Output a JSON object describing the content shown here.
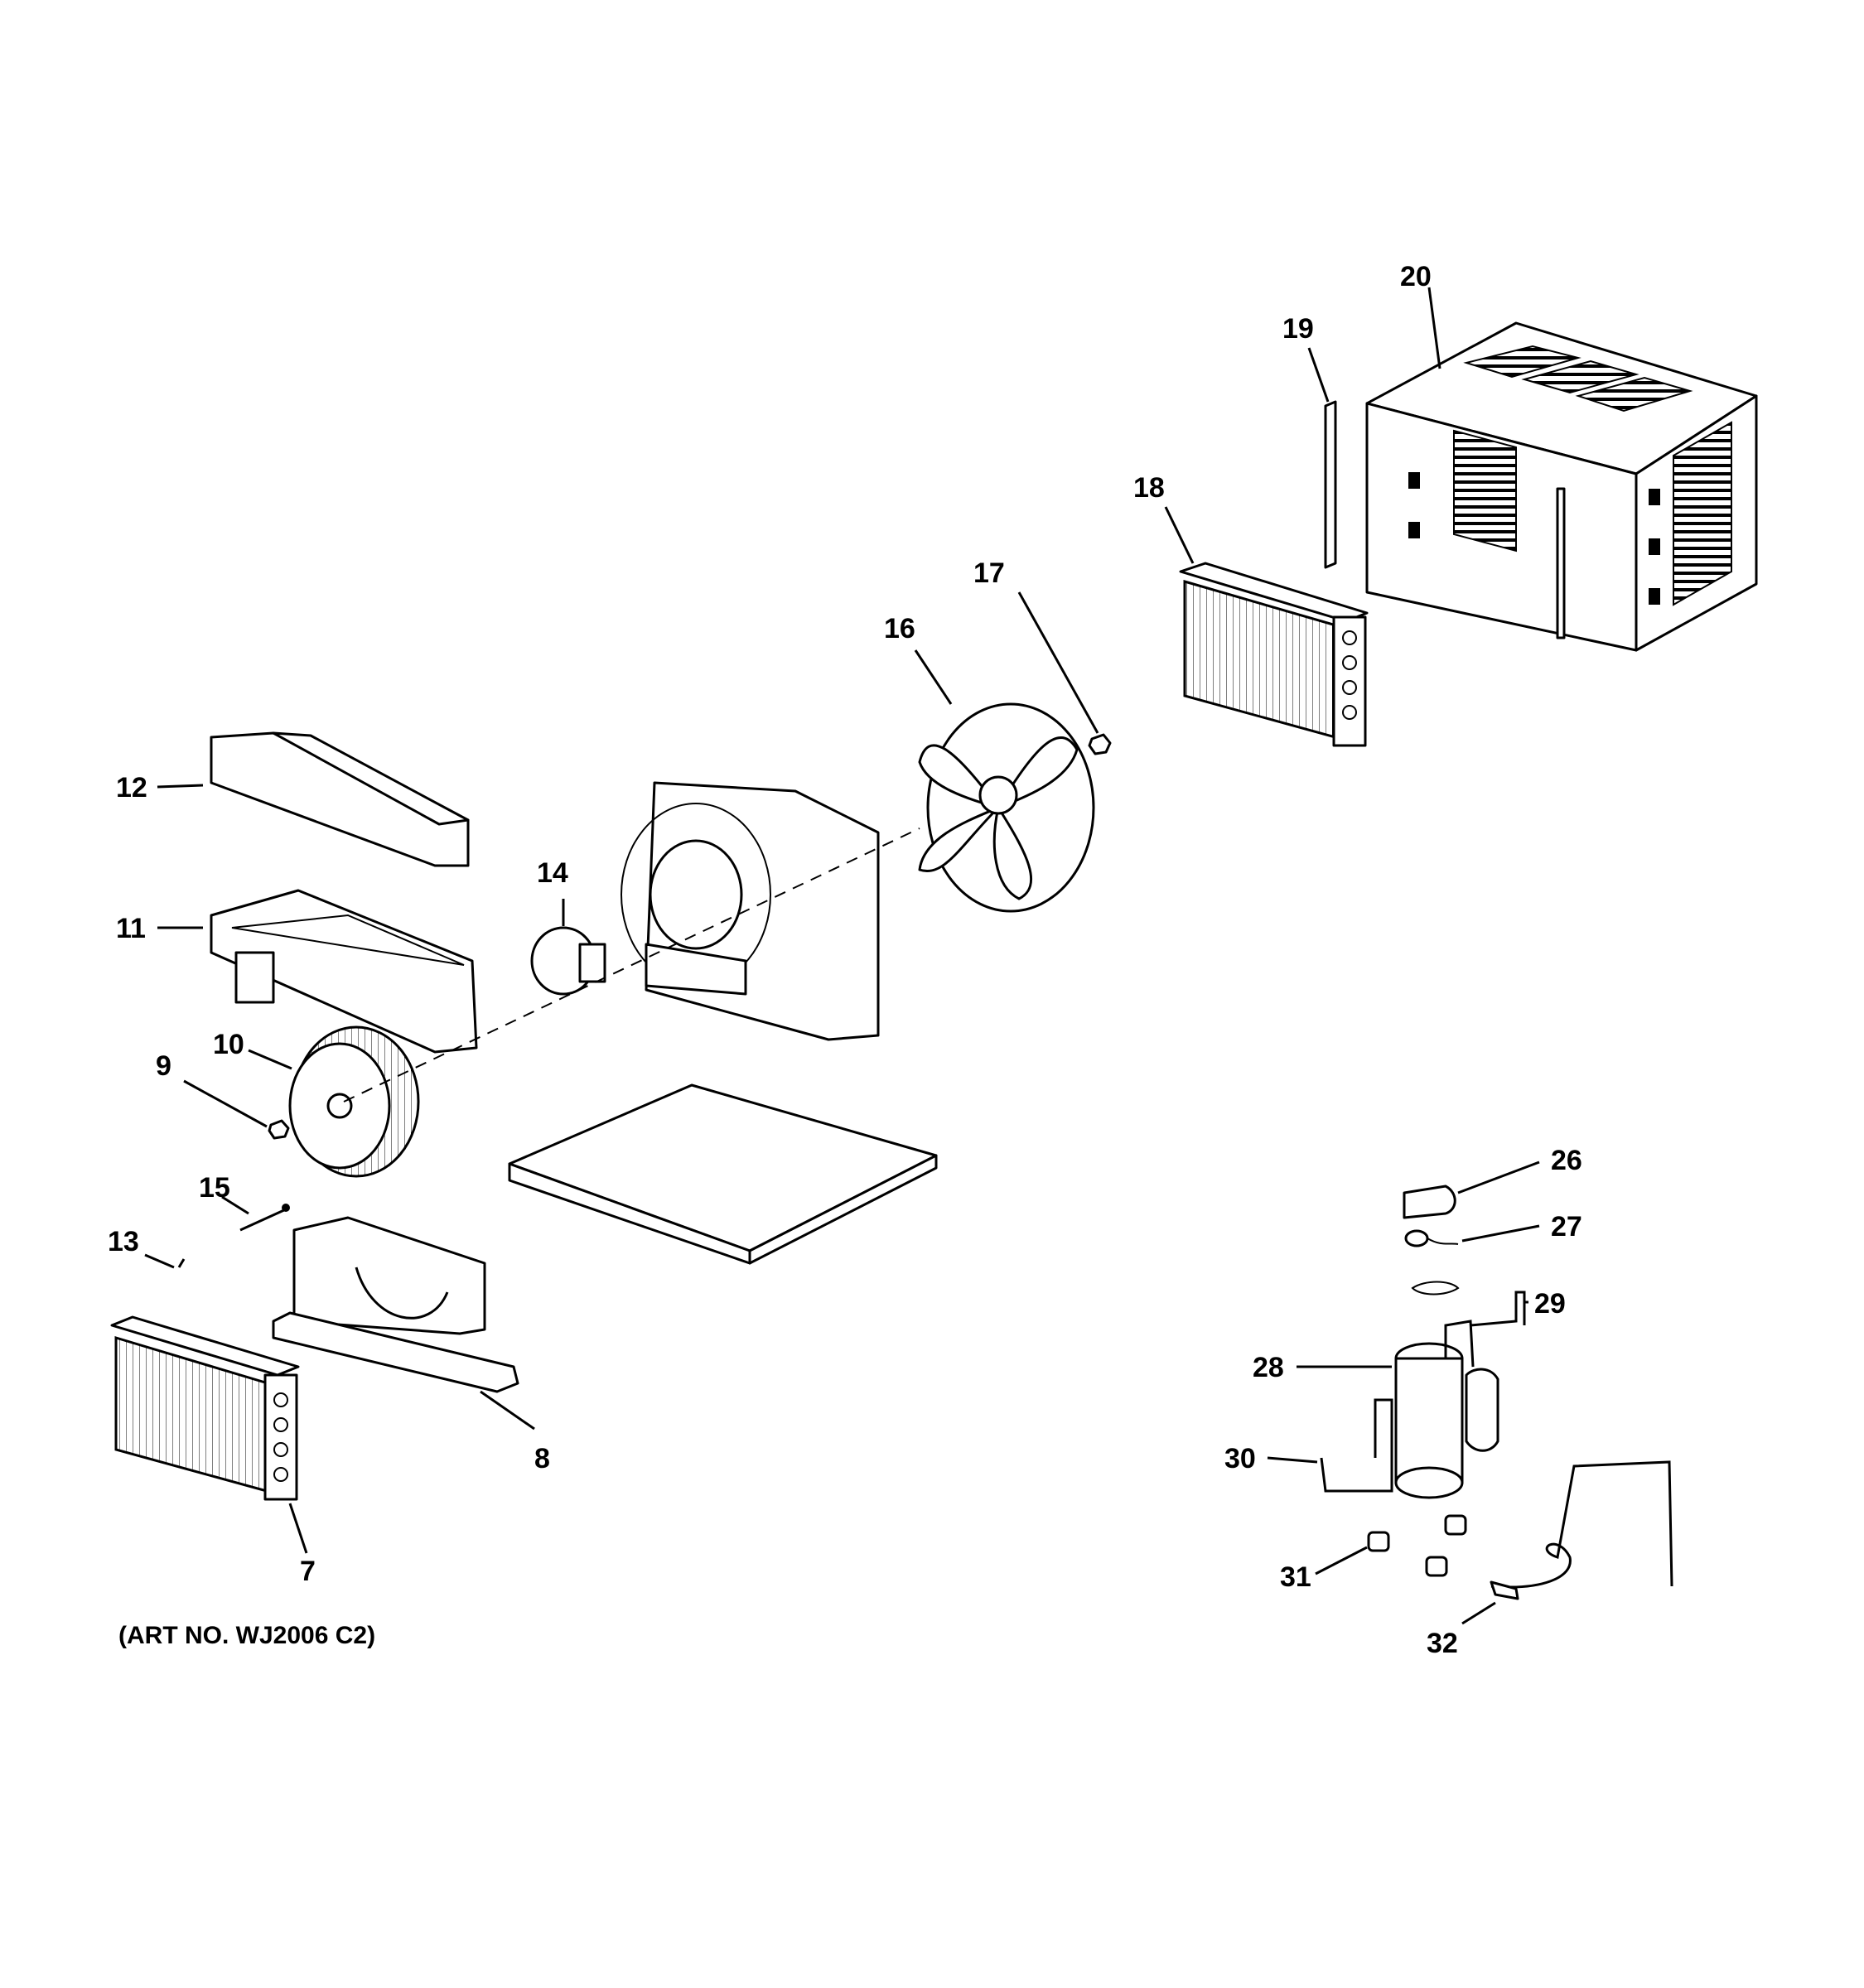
{
  "diagram": {
    "art_number": "(ART NO. WJ2006 C2)",
    "callouts": {
      "c7": "7",
      "c8": "8",
      "c9": "9",
      "c10": "10",
      "c11": "11",
      "c12": "12",
      "c13": "13",
      "c14": "14",
      "c15": "15",
      "c16": "16",
      "c17": "17",
      "c18": "18",
      "c19": "19",
      "c20": "20",
      "c26": "26",
      "c27": "27",
      "c28": "28",
      "c29": "29",
      "c30": "30",
      "c31": "31",
      "c32": "32"
    }
  }
}
